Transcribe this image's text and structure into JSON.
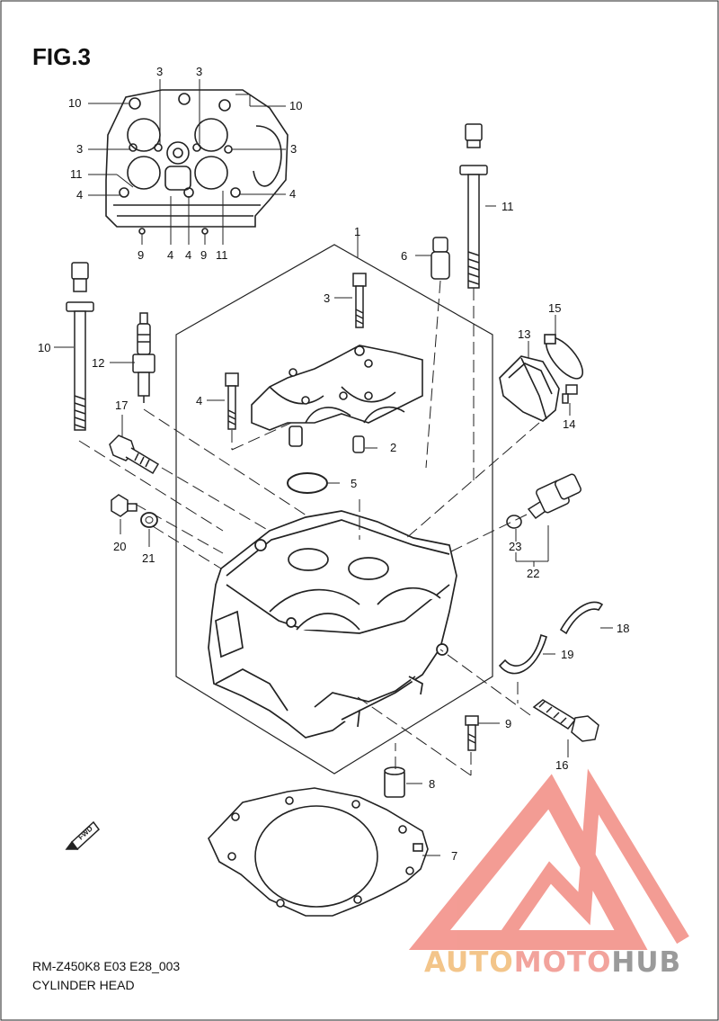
{
  "figure": {
    "title": "FIG.3"
  },
  "footer": {
    "code": "RM-Z450K8 E03 E28_003",
    "name": "CYLINDER HEAD"
  },
  "watermark": {
    "part1": "AUTO",
    "part2": "MOTO",
    "part3": "HUB",
    "colors": {
      "auto": "#f3c58a",
      "moto": "#f2a39c",
      "hub": "#9a9a9a",
      "logo": "#f28b82"
    }
  },
  "fwd_label": "FWD",
  "callouts": {
    "p1": "1",
    "p2": "2",
    "p3": "3",
    "p4": "4",
    "p5": "5",
    "p6": "6",
    "p7": "7",
    "p8": "8",
    "p9": "9",
    "p10": "10",
    "p11": "11",
    "p12": "12",
    "p13": "13",
    "p14": "14",
    "p15": "15",
    "p16": "16",
    "p17": "17",
    "p18": "18",
    "p19": "19",
    "p20": "20",
    "p21": "21",
    "p22": "22",
    "p23": "23"
  }
}
